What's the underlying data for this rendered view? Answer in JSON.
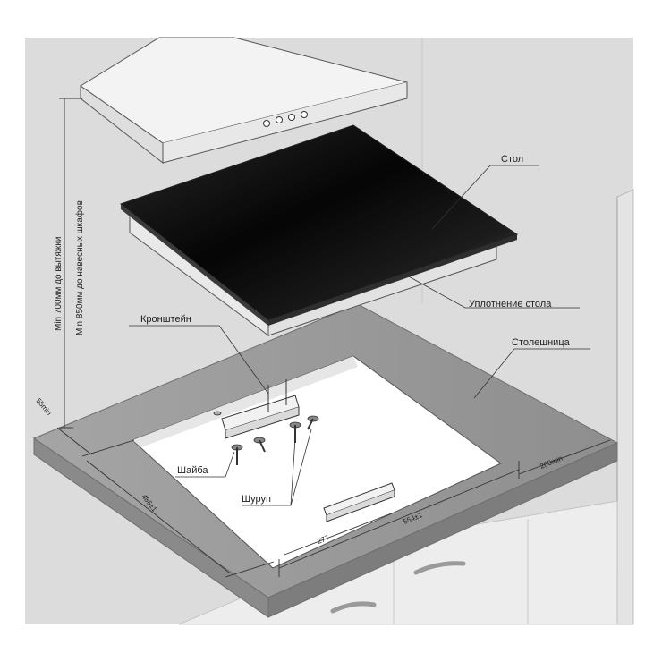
{
  "labels": {
    "glass": "Стол",
    "seal": "Уплотнение стола",
    "countertop": "Столешница",
    "bracket": "Кронштейн",
    "washer": "Шайба",
    "screw": "Шуруп"
  },
  "dimensions": {
    "min_hood": "Min 700мм до вытяжки",
    "min_cabinets": "Min 850мм до навесных шкафов",
    "front_gap": "55min",
    "rear_gap": "200min",
    "depth": "486±1",
    "width": "554±1",
    "half_width": "277"
  },
  "colors": {
    "background_wall": "#dcdcdc",
    "countertop": "#9c9c9c",
    "cutout": "#ffffff",
    "glass_dark": "#111111",
    "lines": "#333333"
  }
}
